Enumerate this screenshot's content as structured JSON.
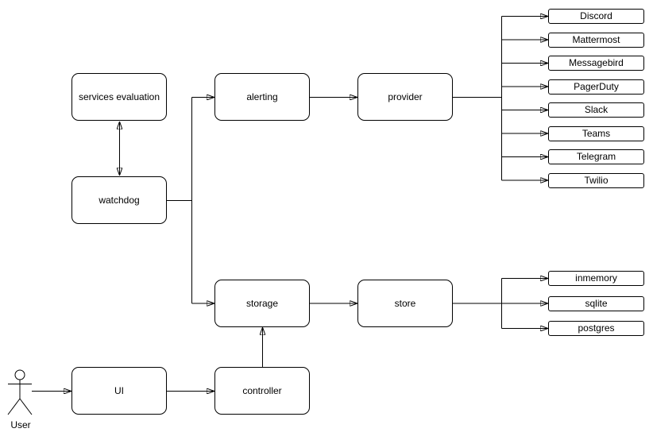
{
  "diagram": {
    "nodes": {
      "services_evaluation": "services evaluation",
      "watchdog": "watchdog",
      "alerting": "alerting",
      "provider": "provider",
      "storage": "storage",
      "store": "store",
      "ui": "UI",
      "controller": "controller"
    },
    "actor": {
      "label": "User"
    },
    "providers": [
      "Discord",
      "Mattermost",
      "Messagebird",
      "PagerDuty",
      "Slack",
      "Teams",
      "Telegram",
      "Twilio"
    ],
    "stores": [
      "inmemory",
      "sqlite",
      "postgres"
    ],
    "edges": [
      {
        "from": "services evaluation",
        "to": "watchdog",
        "style": "bidirectional-arrow"
      },
      {
        "from": "watchdog",
        "to": "alerting",
        "style": "arrow"
      },
      {
        "from": "watchdog",
        "to": "storage",
        "style": "arrow"
      },
      {
        "from": "alerting",
        "to": "provider",
        "style": "arrow"
      },
      {
        "from": "provider",
        "to": "Discord",
        "style": "arrow"
      },
      {
        "from": "provider",
        "to": "Mattermost",
        "style": "arrow"
      },
      {
        "from": "provider",
        "to": "Messagebird",
        "style": "arrow"
      },
      {
        "from": "provider",
        "to": "PagerDuty",
        "style": "arrow"
      },
      {
        "from": "provider",
        "to": "Slack",
        "style": "arrow"
      },
      {
        "from": "provider",
        "to": "Teams",
        "style": "arrow"
      },
      {
        "from": "provider",
        "to": "Telegram",
        "style": "arrow"
      },
      {
        "from": "provider",
        "to": "Twilio",
        "style": "arrow"
      },
      {
        "from": "storage",
        "to": "store",
        "style": "arrow"
      },
      {
        "from": "store",
        "to": "inmemory",
        "style": "arrow"
      },
      {
        "from": "store",
        "to": "sqlite",
        "style": "arrow"
      },
      {
        "from": "store",
        "to": "postgres",
        "style": "arrow"
      },
      {
        "from": "controller",
        "to": "storage",
        "style": "arrow"
      },
      {
        "from": "UI",
        "to": "controller",
        "style": "arrow"
      },
      {
        "from": "User",
        "to": "UI",
        "style": "arrow"
      }
    ],
    "colors": {
      "stroke": "#000000",
      "fill": "#ffffff",
      "text": "#000000",
      "background": "#ffffff"
    }
  }
}
